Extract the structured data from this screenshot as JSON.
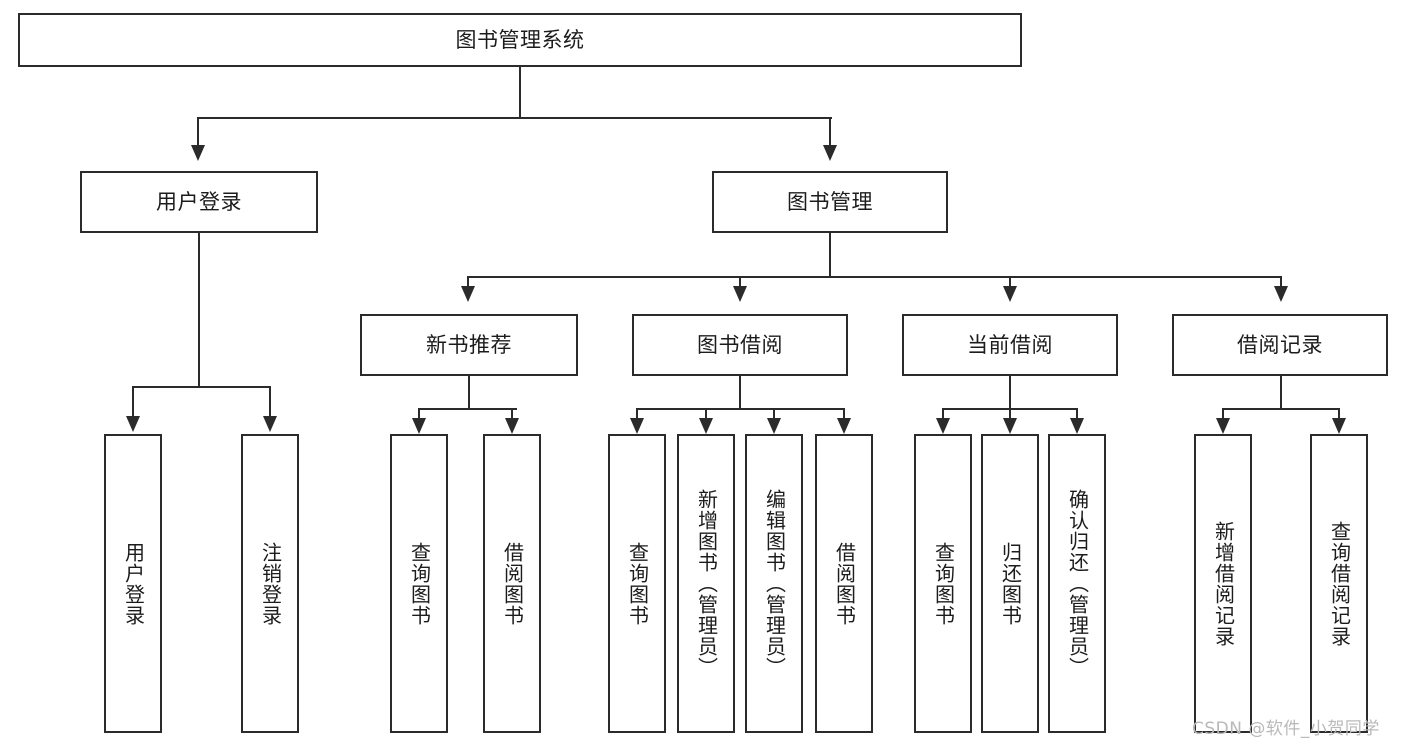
{
  "diagram": {
    "title": "图书管理系统",
    "type": "tree-hierarchy-diagram",
    "root": {
      "label": "图书管理系统"
    },
    "level1": [
      {
        "label": "用户登录"
      },
      {
        "label": "图书管理"
      }
    ],
    "level2": [
      {
        "label": "新书推荐"
      },
      {
        "label": "图书借阅"
      },
      {
        "label": "当前借阅"
      },
      {
        "label": "借阅记录"
      }
    ],
    "leaves": {
      "user_login": [
        {
          "label": "用户登录"
        },
        {
          "label": "注销登录"
        }
      ],
      "new_book_recommend": [
        {
          "label": "查询图书"
        },
        {
          "label": "借阅图书"
        }
      ],
      "book_borrow": [
        {
          "label": "查询图书"
        },
        {
          "label": "新增图书（管理员）"
        },
        {
          "label": "编辑图书（管理员）"
        },
        {
          "label": "借阅图书"
        }
      ],
      "current_borrow": [
        {
          "label": "查询图书"
        },
        {
          "label": "归还图书"
        },
        {
          "label": "确认归还（管理员）"
        }
      ],
      "borrow_record": [
        {
          "label": "新增借阅记录"
        },
        {
          "label": "查询借阅记录"
        }
      ]
    }
  },
  "watermark": {
    "text": "CSDN @软件_小贺同学"
  },
  "colors": {
    "stroke": "#2b2b2b",
    "background": "#ffffff",
    "text": "#1c1c1c",
    "watermark": "#b9b9b9"
  }
}
